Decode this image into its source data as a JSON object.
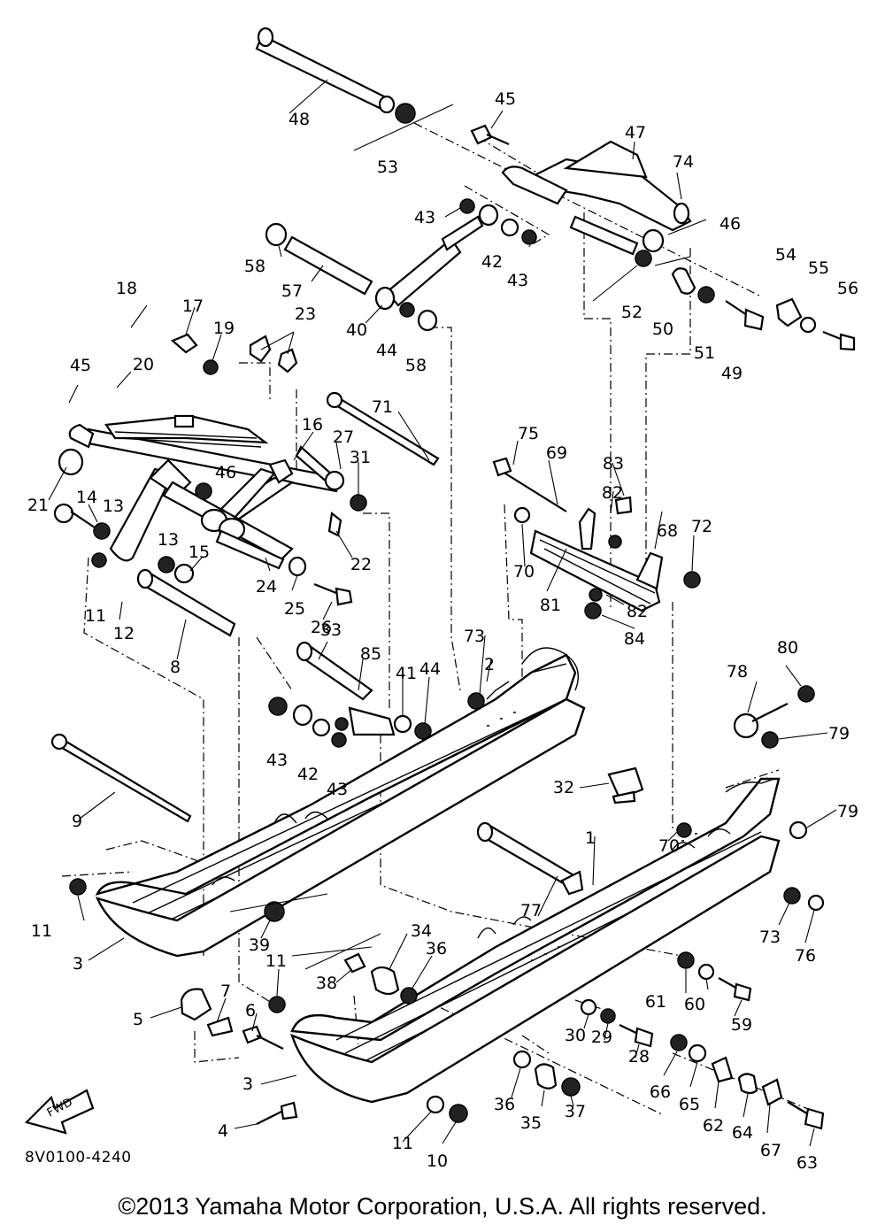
{
  "diagram": {
    "code": "8V0100-4240",
    "fwd_label": "FWD",
    "copyright": "©2013 Yamaha Motor Corporation, U.S.A. All rights reserved.",
    "callouts": [
      "1",
      "2",
      "3",
      "3",
      "4",
      "5",
      "6",
      "7",
      "8",
      "9",
      "10",
      "11",
      "11",
      "11",
      "11",
      "11",
      "12",
      "13",
      "13",
      "14",
      "15",
      "16",
      "17",
      "18",
      "19",
      "20",
      "21",
      "22",
      "23",
      "24",
      "25",
      "26",
      "27",
      "28",
      "29",
      "30",
      "31",
      "32",
      "33",
      "34",
      "35",
      "36",
      "36",
      "37",
      "38",
      "39",
      "40",
      "41",
      "42",
      "42",
      "43",
      "43",
      "43",
      "43",
      "43",
      "44",
      "44",
      "45",
      "45",
      "46",
      "46",
      "47",
      "48",
      "49",
      "50",
      "51",
      "52",
      "53",
      "54",
      "55",
      "56",
      "57",
      "58",
      "58",
      "59",
      "60",
      "61",
      "62",
      "63",
      "64",
      "65",
      "66",
      "67",
      "68",
      "69",
      "70",
      "70",
      "71",
      "72",
      "73",
      "73",
      "74",
      "75",
      "76",
      "77",
      "78",
      "79",
      "79",
      "80",
      "81",
      "82",
      "82",
      "83",
      "84",
      "85"
    ]
  }
}
